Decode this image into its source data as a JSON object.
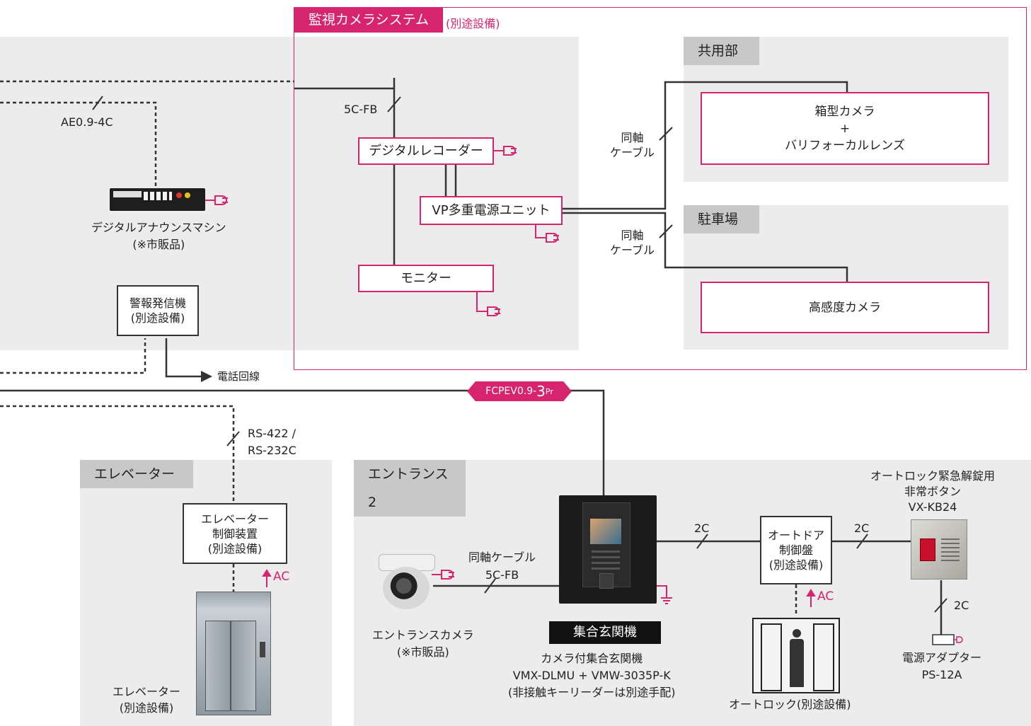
{
  "camera_system": {
    "title": "監視カメラシステム",
    "note": "(別途設備)",
    "recorder": "デジタルレコーダー",
    "power_unit": "VP多重電源ユニット",
    "monitor": "モニター",
    "cable_5cfb": "5C-FB",
    "coax_label_1": "同軸\nケーブル",
    "coax_label_2": "同軸\nケーブル"
  },
  "common_area": {
    "tag": "共用部",
    "box_camera": "箱型カメラ\n+\nバリフォーカルレンズ"
  },
  "parking": {
    "tag": "駐車場",
    "camera": "高感度カメラ"
  },
  "announce": {
    "cable": "AE0.9-4C",
    "machine": "デジタルアナウンスマシン\n(※市販品)"
  },
  "alarm": {
    "box": "警報発信機\n(別途設備)",
    "phone_line": "電話回線"
  },
  "main_cable": {
    "label_prefix": "FCPEV0.9-",
    "label_num": "3",
    "label_suffix": "Pr"
  },
  "rs_cable": "RS-422 /\nRS-232C",
  "elevator": {
    "tag": "エレベーター",
    "control": "エレベーター\n制御装置\n(別途設備)",
    "ac": "AC",
    "car": "エレベーター\n(別途設備)"
  },
  "entrance": {
    "tag": "エントランス2",
    "coax_cable": "同軸ケーブル\n5C-FB",
    "camera": "エントランスカメラ\n(※市販品)",
    "panel_badge": "集合玄関機",
    "panel_desc": "カメラ付集合玄関機\nVMX-DLMU + VMW-3035P-K\n(非接触キーリーダーは別途手配)",
    "cable_2c_a": "2C",
    "cable_2c_b": "2C",
    "cable_2c_c": "2C",
    "door_control": "オートドア\n制御盤\n(別途設備)",
    "ac": "AC",
    "autolock": "オートロック(別途設備)",
    "emergency_button": "オートロック緊急解錠用\n非常ボタン\nVX-KB24",
    "adapter": "電源アダプター\nPS-12A"
  },
  "colors": {
    "accent": "#d6246e",
    "panel": "#ececec",
    "tag": "#c8c8c8"
  }
}
